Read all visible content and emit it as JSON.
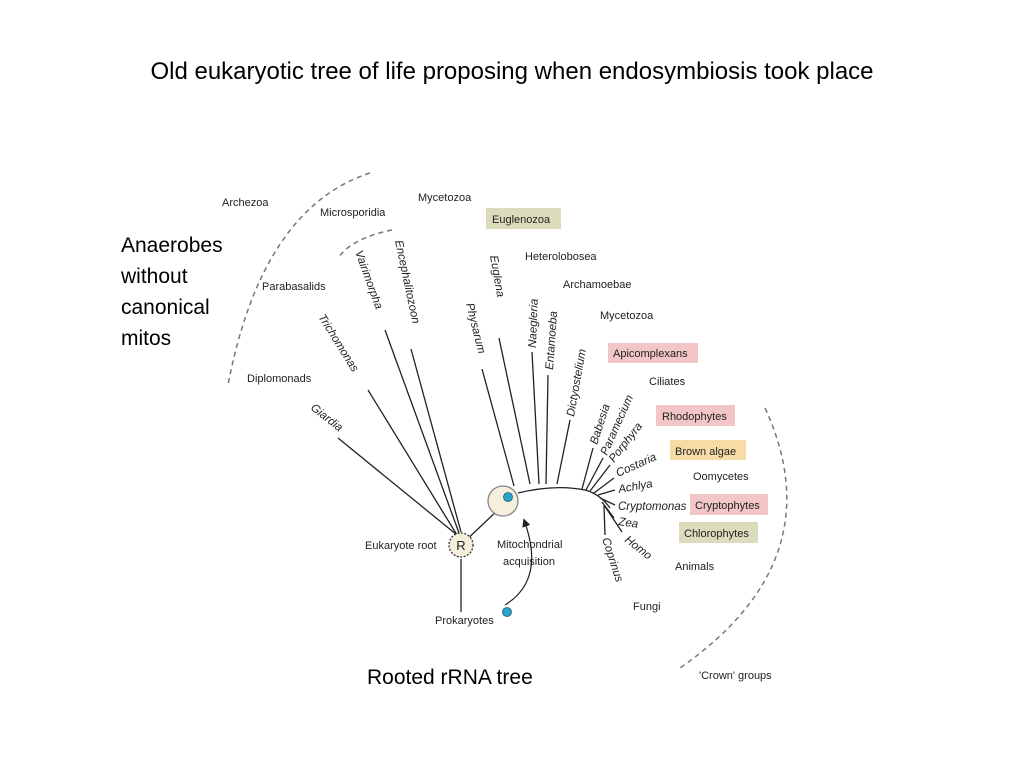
{
  "title": "Old eukaryotic tree of life proposing when endosymbiosis took place",
  "side_note": [
    "Anaerobes",
    "without",
    "canonical",
    "mitos"
  ],
  "caption": "Rooted rRNA tree",
  "colors": {
    "green_box": "#dcdcbc",
    "pink_box": "#f2c6c6",
    "orange_box": "#f8dca6",
    "mito_dot": "#29a3c9",
    "circle_fill": "#f5efdc"
  },
  "tree": {
    "root_symbol": "R",
    "root_label": "Eukaryote root",
    "prokaryotes_label": "Prokaryotes",
    "mito_label": [
      "Mitochondrial",
      "acquisition"
    ],
    "crown_label": "'Crown' groups",
    "left_groups": {
      "archezoa": "Archezoa",
      "microsporidia": "Microsporidia",
      "mycetozoa": "Mycetozoa",
      "euglenozoa": "Euglenozoa",
      "parabasalids": "Parabasalids",
      "diplomonads": "Diplomonads"
    },
    "left_taxa": {
      "giardia": "Giardia",
      "trichomonas": "Trichomonas",
      "vairimorpha": "Vairimorpha",
      "encephalitozoon": "Encephalitozoon",
      "physarum": "Physarum",
      "euglena": "Euglena",
      "naegleria": "Naegleria",
      "entamoeba": "Entamoeba",
      "dictyostelium": "Dictyostelium"
    },
    "right_groups": {
      "heterolobosea": "Heterolobosea",
      "archamoebae": "Archamoebae",
      "mycetozoa2": "Mycetozoa",
      "apicomplexans": "Apicomplexans",
      "ciliates": "Ciliates",
      "rhodophytes": "Rhodophytes",
      "brown_algae": "Brown algae",
      "oomycetes": "Oomycetes",
      "cryptophytes": "Cryptophytes",
      "chlorophytes": "Chlorophytes",
      "animals": "Animals",
      "fungi": "Fungi"
    },
    "crown_taxa": {
      "babesia": "Babesia",
      "paramecium": "Paramecium",
      "porphyra": "Porphyra",
      "costaria": "Costaria",
      "achlya": "Achlya",
      "cryptomonas": "Cryptomonas",
      "zea": "Zea",
      "homo": "Homo",
      "coprinus": "Coprinus"
    }
  }
}
